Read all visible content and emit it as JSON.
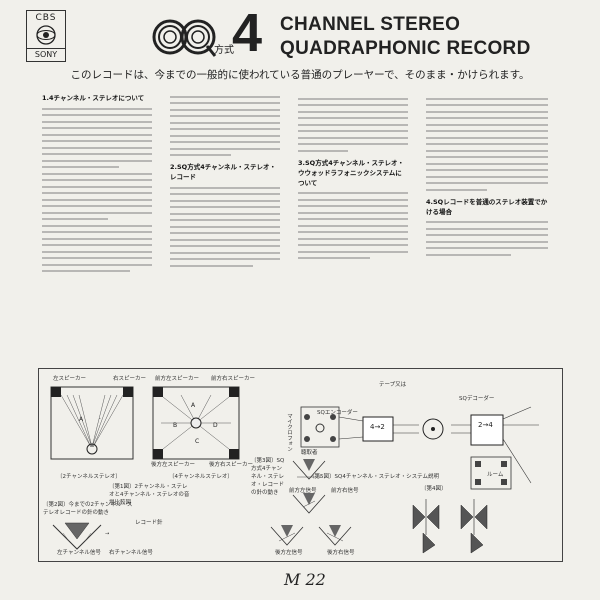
{
  "header": {
    "label_logo": "CBS",
    "logo_brand": "SONY",
    "label_big_letter": "SQ",
    "method": "方式",
    "number": "4",
    "title_line1": "CHANNEL STEREO",
    "title_line2": "QUADRAPHONIC RECORD"
  },
  "intro": "このレコードは、今までの一般的に使われている普通のプレーヤーで、そのまま・かけられます。",
  "sections": [
    {
      "title": "1.4チャンネル・ステレオについて"
    },
    {
      "title": "2.SQ方式4チャンネル・ステレオ・レコード"
    },
    {
      "title": "3.SQ方式4チャンネル・ステレオ・ウウォッドラフォニックシステムについて"
    },
    {
      "title": "4.SQレコードを普通のステレオ装置でかける場合"
    }
  ],
  "figure": {
    "speaker_left_front": "左スピーカー",
    "speaker_right_front": "右スピーカー",
    "speaker_front_left": "前方左スピーカー",
    "speaker_front_right": "前方右スピーカー",
    "speaker_rear_left": "後方左スピーカー",
    "speaker_rear_right": "後方右スピーカー",
    "caption_2ch": "〔2チャンネルステレオ〕",
    "caption_4ch": "〔4チャンネルステレオ〕",
    "fig1": "〔第1図〕2チャンネル・ステレオと4チャンネル・ステレオの音場比較図",
    "fig2": "〔第2図〕今までの2チャンネル・ステレオレコードの針の動き",
    "fig3": "〔第3図〕SQ方式4チャンネル・ステレオ・レコードの針の動き",
    "fig4": "〔第4図〕",
    "fig5": "〔第5図〕SQ4チャンネル・ステレオ・システム説明",
    "encoder": "SQエンコーダー",
    "decoder": "SQデコーダー",
    "tape": "テープ又は",
    "mic": "マイクロフォン",
    "listener": "聴取者",
    "record_groove": "レコード針",
    "left_ch": "左チャンネル信号",
    "right_ch": "右チャンネル信号",
    "front_signal": "前方左信号",
    "front_r_signal": "前方右信号",
    "rear_signal": "後方左信号",
    "rear_r_signal": "後方右信号",
    "matrix_a": "4→2",
    "matrix_b": "2→4",
    "room": "ルーム"
  },
  "catalog": "M 22"
}
